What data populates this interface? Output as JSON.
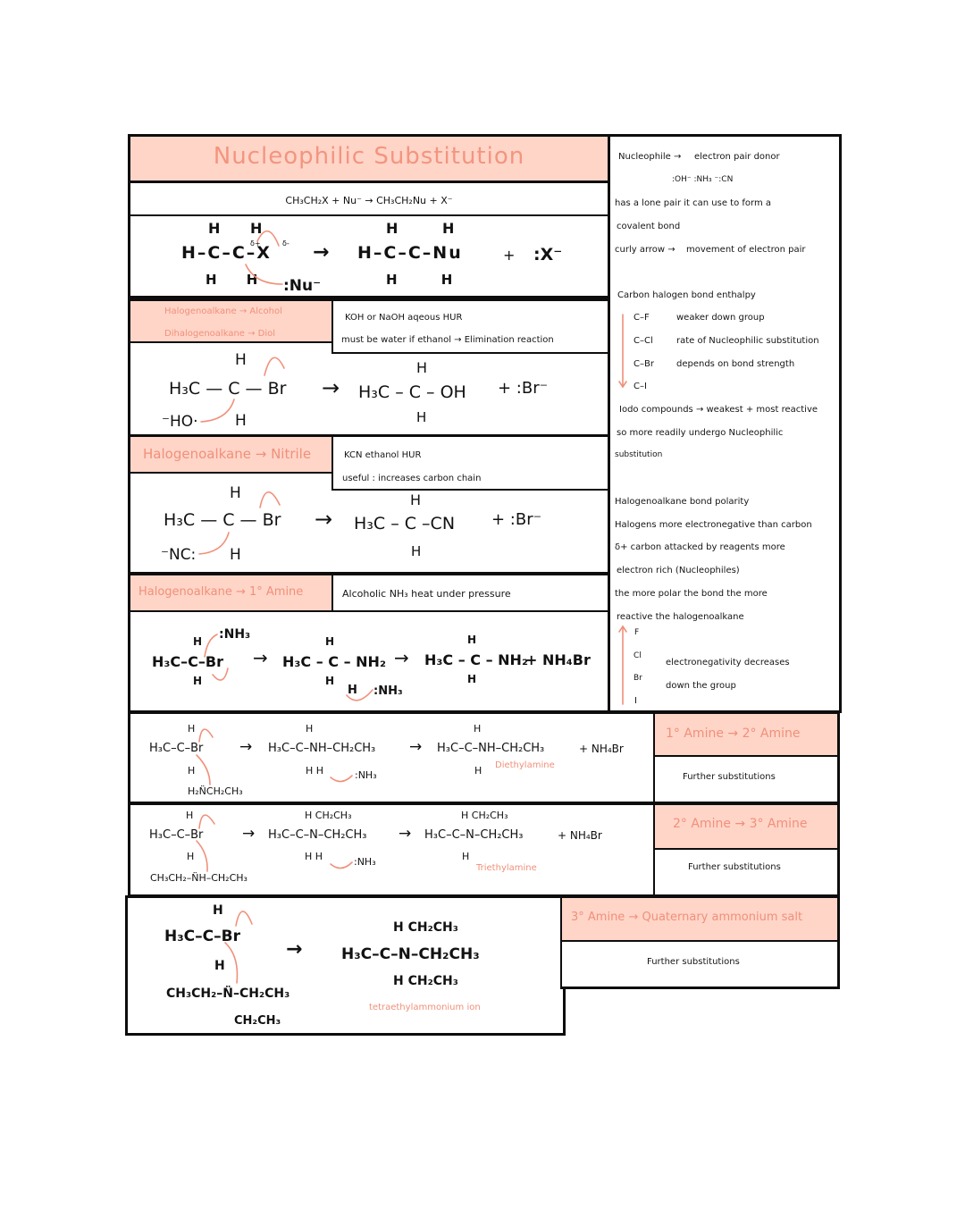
{
  "title": "Nucleophilic Substitution",
  "general": {
    "equation": "CH₃CH₂X + Nu⁻ → CH₃CH₂Nu  + X⁻",
    "mechanism_left_top": "H  H",
    "mechanism_left_mid": "H–C–C–X",
    "mechanism_left_bottom": "H  H",
    "nucleophile": ":Nu⁻",
    "arrow": "→",
    "mechanism_right_top": "H  H",
    "mechanism_right_mid": "H–C–C–Nu",
    "mechanism_right_bottom": "H  H",
    "plus": "+",
    "leaving_group": ":X⁻",
    "delta_plus": "δ+",
    "delta_minus": "δ-"
  },
  "alcohol": {
    "label_1": "Halogenoalkane → Alcohol",
    "label_2": "Dihalogenoalkane → Diol",
    "cond_1": "KOH or NaOH aqeous HUR",
    "cond_2": "must be water if ethanol → Elimination reaction",
    "reactant_top": "H",
    "reactant_mid": "H₃C — C — Br",
    "reactant_bottom": "H",
    "nucleophile": "⁻HO·",
    "arrow": "→",
    "product_top": "H",
    "product_mid": "H₃C – C – OH",
    "product_bottom": "H",
    "byproduct": "+  :Br⁻"
  },
  "nitrile": {
    "label": "Halogenoalkane → Nitrile",
    "cond_1": "KCN ethanol HUR",
    "cond_2": "useful : increases carbon chain",
    "reactant_top": "H",
    "reactant_mid": "H₃C — C — Br",
    "reactant_bottom": "H",
    "nucleophile": "⁻NC:",
    "arrow": "→",
    "product_top": "H",
    "product_mid": "H₃C – C –CN",
    "product_bottom": "H",
    "byproduct": "+  :Br⁻"
  },
  "amine1": {
    "label": "Halogenoalkane → 1° Amine",
    "cond": "Alcoholic NH₃ heat under pressure",
    "reactant_nh3": ":NH₃",
    "reactant_top": "H",
    "reactant_mid": "H₃C–C–Br",
    "reactant_bottom": "H",
    "inter_top": "H",
    "inter_mid": "H₃C – C – NH₂",
    "inter_bottom": "H",
    "inter_h": "H",
    "inter_nh3": ":NH₃",
    "product_top": "H",
    "product_mid": "H₃C – C – NH₂",
    "product_bottom": "H",
    "byproduct": "+  NH₄Br",
    "arrow": "→"
  },
  "amine2": {
    "label": "1° Amine → 2° Amine",
    "note": "Further substitutions",
    "reactant_top": "H",
    "reactant_mid": "H₃C–C–Br",
    "reactant_bottom": "H",
    "nucleophile": "H₂N̈CH₂CH₃",
    "inter_top": "H",
    "inter_mid": "H₃C–C–NH–CH₂CH₃",
    "inter_bottom": "H  H",
    "inter_nh3": ":NH₃",
    "product_top": "H",
    "product_mid": "H₃C–C–NH–CH₂CH₃",
    "product_bottom": "H",
    "product_name": "Diethylamine",
    "byproduct": "+ NH₄Br",
    "arrow": "→"
  },
  "amine3": {
    "label": "2° Amine → 3° Amine",
    "note": "Further substitutions",
    "reactant_top": "H",
    "reactant_mid": "H₃C–C–Br",
    "reactant_bottom": "H",
    "nucleophile": "CH₃CH₂–N̈H–CH₂CH₃",
    "inter_top": "H   CH₂CH₃",
    "inter_mid": "H₃C–C–N–CH₂CH₃",
    "inter_bottom": "H  H",
    "inter_nh3": ":NH₃",
    "product_top": "H   CH₂CH₃",
    "product_mid": "H₃C–C–N–CH₂CH₃",
    "product_bottom": "H",
    "product_name": "Triethylamine",
    "byproduct": "+ NH₄Br",
    "arrow": "→"
  },
  "quaternary": {
    "label": "3° Amine → Quaternary ammonium salt",
    "note": "Further substitutions",
    "reactant_top": "H",
    "reactant_mid": "H₃C–C–Br",
    "reactant_bottom": "H",
    "nucleophile_mid": "CH₃CH₂–N̈–CH₂CH₃",
    "nucleophile_bottom": "CH₂CH₃",
    "product_top": "H   CH₂CH₃",
    "product_mid": "H₃C–C–N–CH₂CH₃",
    "product_bottom": "H   CH₂CH₃",
    "product_name": "tetraethylammonium ion",
    "arrow": "→"
  },
  "sidebar": {
    "nucleophile_label": "Nucleophile →",
    "nucleophile_def": "electron pair donor",
    "examples": ":OH⁻   :NH₃   ⁻:CN",
    "lone_pair_1": "has a lone pair it can use to form a",
    "lone_pair_2": "covalent bond",
    "curly_label": "curly arrow →",
    "curly_def": "movement of electron pair",
    "enthalpy_heading": "Carbon halogen bond enthalpy",
    "bonds": [
      "C–F",
      "C–Cl",
      "C–Br",
      "C–I"
    ],
    "bond_notes": [
      "weaker down group",
      "rate of Nucleophilic substitution",
      "depends on bond strength"
    ],
    "iodo_1": "Iodo compounds → weakest + most reactive",
    "iodo_2": "so more readily undergo Nucleophilic",
    "iodo_3": "substitution",
    "polarity_heading": "Halogenoalkane bond polarity",
    "polarity_lines": [
      "Halogens more electronegative than carbon",
      "δ+ carbon attacked by reagents more",
      "electron rich (Nucleophiles)",
      "the more polar the bond the more",
      "reactive the halogenoalkane"
    ],
    "halogens": [
      "F",
      "Cl",
      "Br",
      "I"
    ],
    "en_note_1": "electronegativity decreases",
    "en_note_2": "down the group"
  },
  "colors": {
    "accent": "#f0907a",
    "header_fill": "#ffd5c8",
    "border": "#0d0d0d"
  }
}
